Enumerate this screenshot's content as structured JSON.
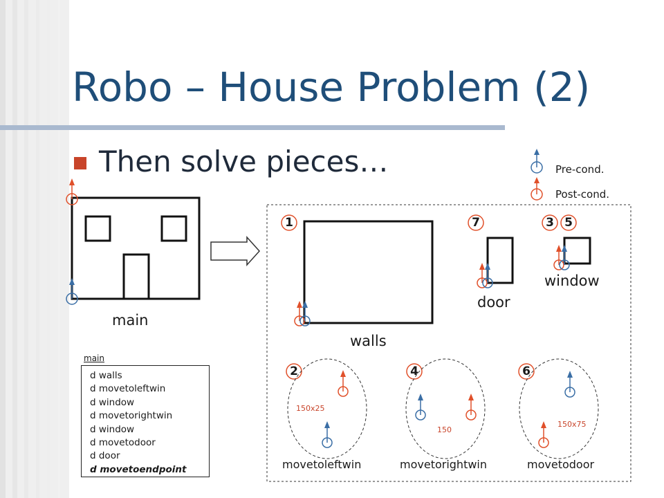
{
  "slide": {
    "title": "Robo – House Problem (2)",
    "bullet": "Then solve pieces…"
  },
  "legend": {
    "pre_label": "Pre-cond.",
    "post_label": "Post-cond.",
    "pre_color": "#3a6ea5",
    "post_color": "#e0502a"
  },
  "main_figure": {
    "label": "main"
  },
  "pieces": {
    "walls": {
      "label": "walls",
      "step": "1"
    },
    "door": {
      "label": "door",
      "step": "7"
    },
    "window": {
      "label": "window",
      "steps": [
        "3",
        "5"
      ]
    },
    "movetoleftwin": {
      "label": "movetoleftwin",
      "step": "2",
      "dimension": "150x25"
    },
    "movetorightwin": {
      "label": "movetorightwin",
      "step": "4",
      "dimension": "150"
    },
    "movetodoor": {
      "label": "movetodoor",
      "step": "6",
      "dimension": "150x75"
    }
  },
  "code": {
    "title": "main",
    "lines": [
      "d walls",
      "d movetoleftwin",
      "d window",
      "d movetorightwin",
      "d window",
      "d movetodoor",
      "d door",
      "d movetoendpoint"
    ]
  }
}
